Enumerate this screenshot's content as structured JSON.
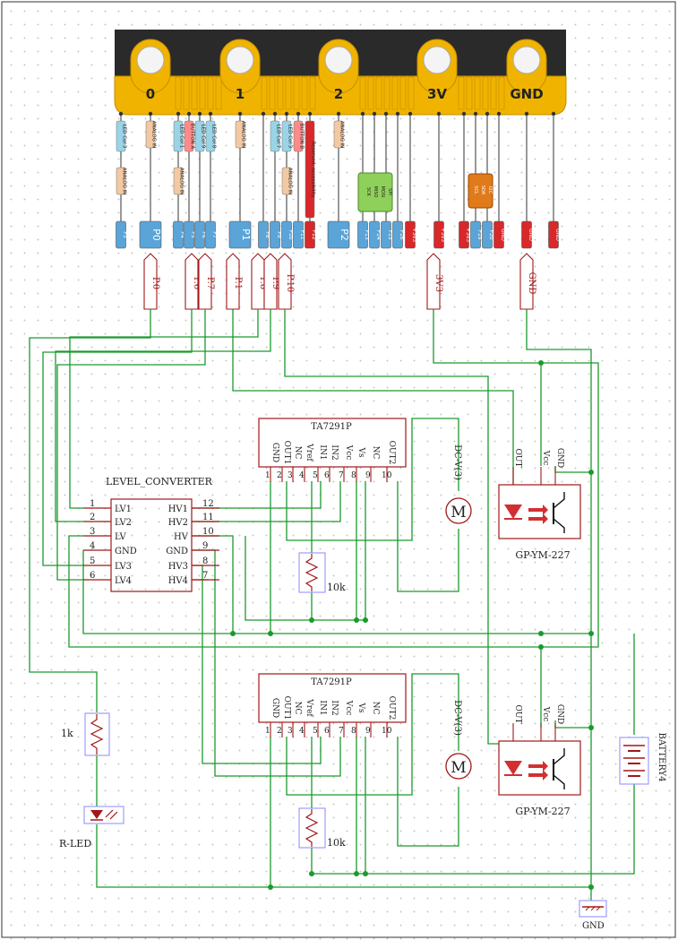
{
  "board": {
    "pads": [
      "0",
      "1",
      "2",
      "3V",
      "GND"
    ],
    "pin_groups": [
      {
        "pin": "P3",
        "fn": [
          "LED Col 3",
          "ANALOG IN"
        ]
      },
      {
        "pin": "P0",
        "fn": [
          "ANALOG IN"
        ]
      },
      {
        "pin": "P4",
        "fn": [
          "LED Col 1",
          "ANALOG IN"
        ]
      },
      {
        "pin": "P5",
        "fn": [
          "BUTTON A"
        ]
      },
      {
        "pin": "P6",
        "fn": [
          "LED Col 9"
        ]
      },
      {
        "pin": "P7",
        "fn": [
          "LED Col 8"
        ]
      },
      {
        "pin": "P1",
        "fn": [
          "ANALOG IN"
        ]
      },
      {
        "pin": "P8",
        "fn": []
      },
      {
        "pin": "P9",
        "fn": [
          "LED Col 7"
        ]
      },
      {
        "pin": "P10",
        "fn": [
          "LED Col 3",
          "ANALOG IN"
        ]
      },
      {
        "pin": "P11",
        "fn": [
          "BUTTON B"
        ]
      },
      {
        "pin": "P12",
        "fn": [
          "Reserved: accessibility"
        ]
      },
      {
        "pin": "P2",
        "fn": [
          "ANALOG IN"
        ]
      },
      {
        "pin": "P13",
        "fn": []
      },
      {
        "pin": "P14",
        "fn": []
      },
      {
        "pin": "P15",
        "fn": []
      },
      {
        "pin": "P16",
        "fn": []
      },
      {
        "pin": "+3v3",
        "fn": []
      },
      {
        "pin": "+3v3",
        "fn": []
      },
      {
        "pin": "+3v3",
        "fn": []
      },
      {
        "pin": "P19",
        "fn": []
      },
      {
        "pin": "P20",
        "fn": []
      },
      {
        "pin": "GND",
        "fn": []
      },
      {
        "pin": "GND",
        "fn": []
      },
      {
        "pin": "GND",
        "fn": []
      }
    ],
    "spi_label": [
      "SCK",
      "MISO",
      "MOSI",
      "SPI"
    ],
    "i2c_label": [
      "SCL",
      "SDA",
      "I2C"
    ]
  },
  "net_ports": [
    "P.0",
    "P.6",
    "P.7",
    "P.1",
    "P.8",
    "P.9",
    "P.10",
    "3V3",
    "GND"
  ],
  "level_converter": {
    "title": "LEVEL_CONVERTER",
    "left_pins": [
      {
        "num": "1",
        "name": "LV1"
      },
      {
        "num": "2",
        "name": "LV2"
      },
      {
        "num": "3",
        "name": "LV"
      },
      {
        "num": "4",
        "name": "GND"
      },
      {
        "num": "5",
        "name": "LV3"
      },
      {
        "num": "6",
        "name": "LV4"
      }
    ],
    "right_pins": [
      {
        "num": "12",
        "name": "HV1"
      },
      {
        "num": "11",
        "name": "HV2"
      },
      {
        "num": "10",
        "name": "HV"
      },
      {
        "num": "9",
        "name": "GND"
      },
      {
        "num": "8",
        "name": "HV3"
      },
      {
        "num": "7",
        "name": "HV4"
      }
    ]
  },
  "motor_driver_top": {
    "title": "TA7291P",
    "pins": [
      "GND",
      "OUT1",
      "NC",
      "Vref",
      "IN1",
      "IN2",
      "Vcc",
      "Vs",
      "NC",
      "OUT2"
    ],
    "nums": [
      "1",
      "2",
      "3",
      "4",
      "5",
      "6",
      "7",
      "8",
      "9",
      "10"
    ],
    "motor_label": "DC-V(3)",
    "motor_symbol": "M",
    "resistor": "10k"
  },
  "motor_driver_bottom": {
    "title": "TA7291P",
    "pins": [
      "GND",
      "OUT1",
      "NC",
      "Vref",
      "IN1",
      "IN2",
      "Vcc",
      "Vs",
      "NC",
      "OUT2"
    ],
    "nums": [
      "1",
      "2",
      "3",
      "4",
      "5",
      "6",
      "7",
      "8",
      "9",
      "10"
    ],
    "motor_label": "DC-V(3)",
    "motor_symbol": "M",
    "resistor": "10k"
  },
  "sensor_top": {
    "name": "GP-YM-227",
    "pins": [
      "OUT",
      "Vcc",
      "GND"
    ]
  },
  "sensor_bottom": {
    "name": "GP-YM-227",
    "pins": [
      "OUT",
      "Vcc",
      "GND"
    ]
  },
  "led": {
    "resistor": "1k",
    "name": "R-LED"
  },
  "battery": {
    "name": "BATTERY4"
  },
  "ground": {
    "name": "GND"
  },
  "colors": {
    "wire": "#1a9a2c",
    "symbol": "#a01818",
    "board": "#f0b400",
    "pin_blue": "#5aa4d8"
  }
}
